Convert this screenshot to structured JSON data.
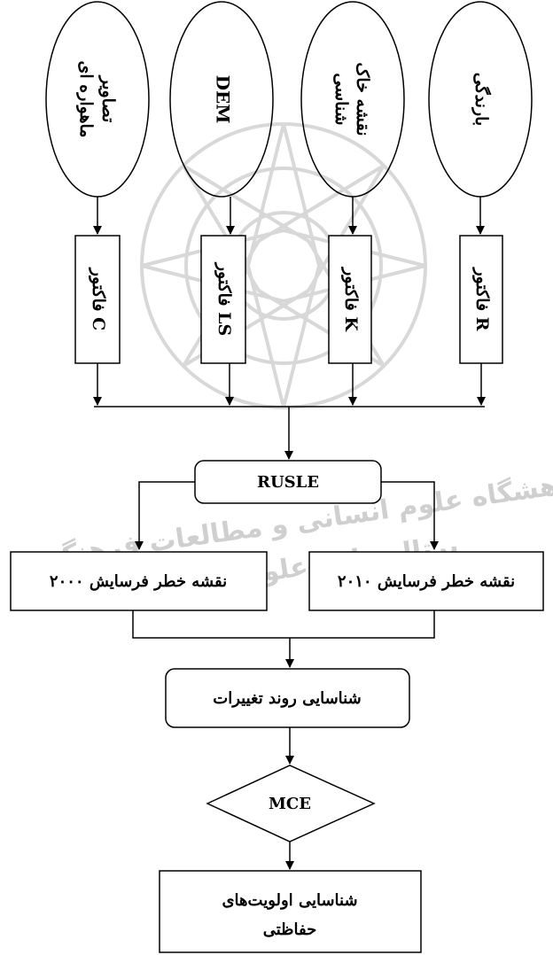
{
  "inputs": {
    "rainfall": "بارندگی",
    "soil_map_line1": "نقشه خاک",
    "soil_map_line2": "شناسی",
    "dem": "DEM",
    "images_line1": "تصاویر",
    "images_line2": "ماهواره ای"
  },
  "factors": {
    "r": "فاکتور R",
    "k": "فاکتور K",
    "ls": "فاکتور LS",
    "c": "فاکتور C"
  },
  "model": "RUSLE",
  "maps": {
    "map_2010": "نقشه خطر فرسایش ۲۰۱۰",
    "map_2000": "نقشه خطر فرسایش ۲۰۰۰"
  },
  "trend": "شناسایی روند تغییرات",
  "mce": "MCE",
  "priorities_line1": "شناسایی اولویت‌های",
  "priorities_line2": "حفاظتی",
  "watermark": {
    "line1": "پژوهشگاه علوم انسانی و مطالعات فرهنگی",
    "line2": "پرتال جامع علوم انسانی"
  }
}
